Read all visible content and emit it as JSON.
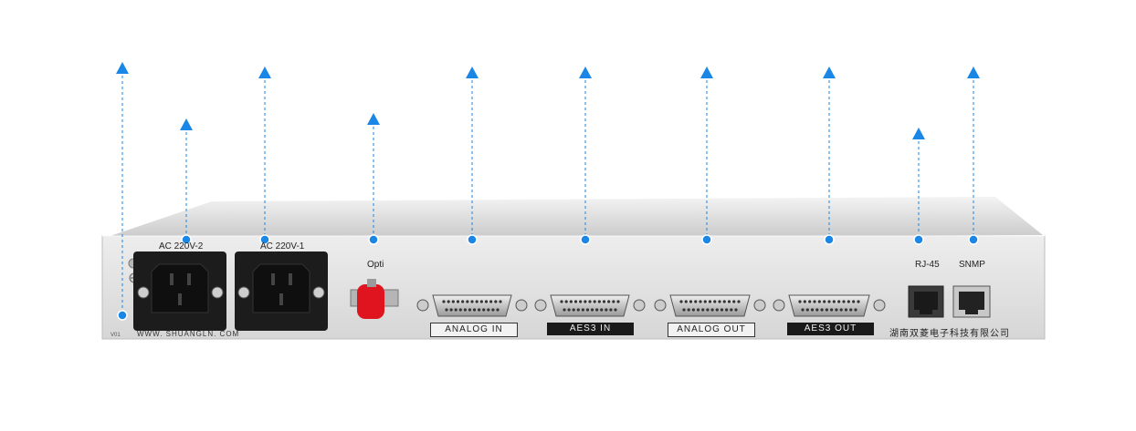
{
  "panel": {
    "power_label_2": "AC 220V-2",
    "power_label_1": "AC 220V-1",
    "optical_label": "Opti",
    "rj45_label": "RJ-45",
    "snmp_label": "SNMP",
    "version_mark": "V01",
    "website": "WWW. SHUANGLN. COM",
    "company": "湖南双菱电子科技有限公司"
  },
  "ports": {
    "analog_in": "ANALOG IN",
    "aes3_in": "AES3  IN",
    "analog_out": "ANALOG OUT",
    "aes3_out": "AES3  OUT"
  },
  "colors": {
    "marker_blue": "#1a86e6",
    "chassis_light": "#e9e9e9",
    "chassis_dark": "#cfcfcf",
    "optical_red": "#e0141e"
  }
}
